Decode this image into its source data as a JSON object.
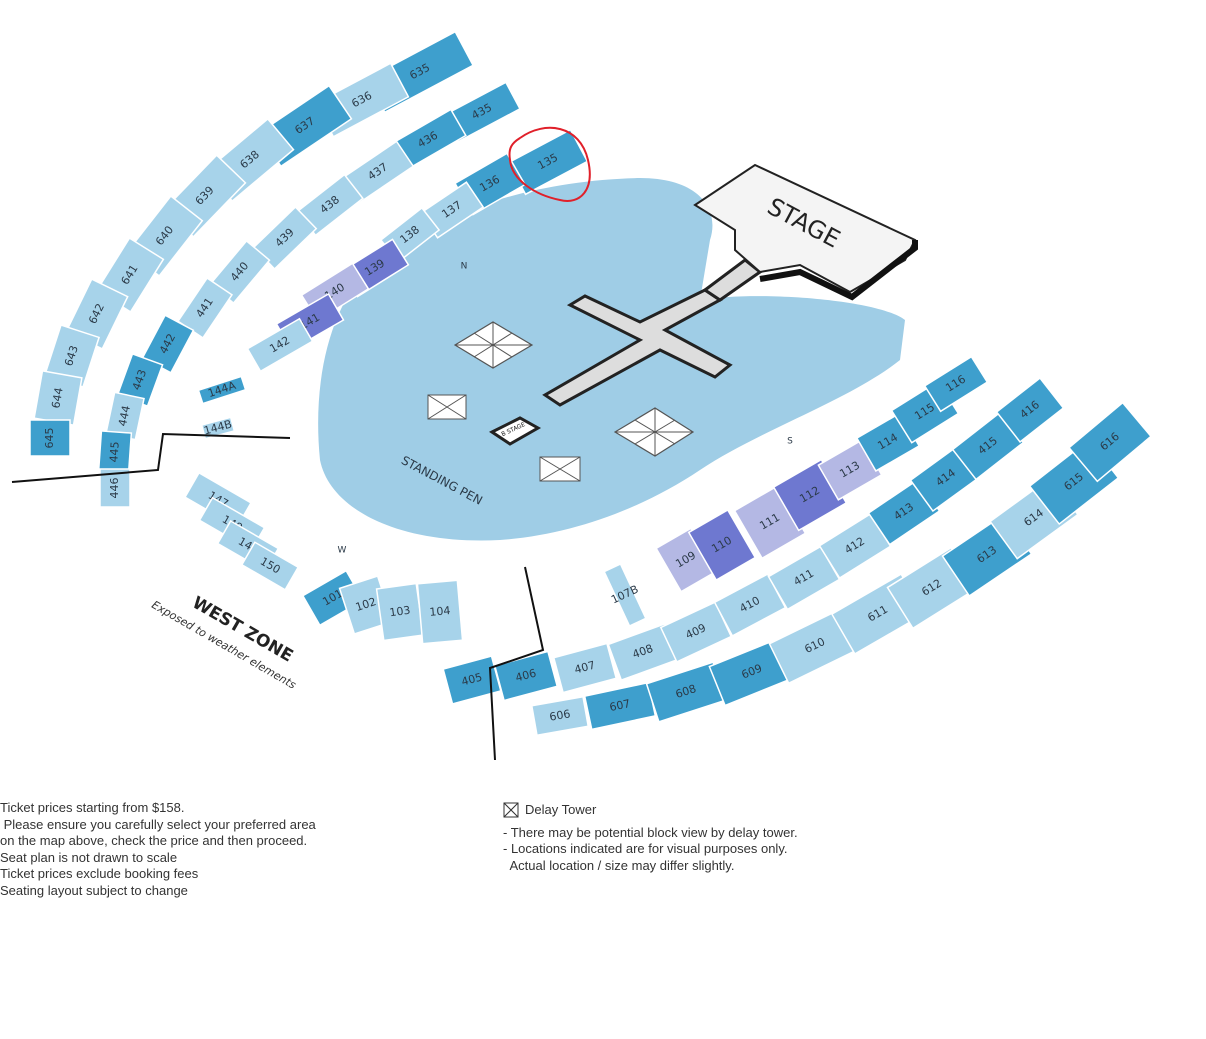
{
  "colors": {
    "light": "#a7d3ea",
    "mid": "#3e9fcd",
    "purple": "#6e78d0",
    "lavender": "#b4b8e4",
    "pen": "#9fcde6",
    "stage": "#f4f4f4",
    "annotation": "#e0202a"
  },
  "labels": {
    "stage": "STAGE",
    "b_stage": "B STAGE",
    "standing_pen": "STANDING PEN",
    "west_zone": "WEST ZONE",
    "west_zone_note": "Exposed to weather elements",
    "gate_n": "N",
    "gate_s": "S",
    "gate_w": "W"
  },
  "sections": [
    {
      "id": "635",
      "tier": "mid"
    },
    {
      "id": "636",
      "tier": "light"
    },
    {
      "id": "637",
      "tier": "mid"
    },
    {
      "id": "638",
      "tier": "light"
    },
    {
      "id": "639",
      "tier": "light"
    },
    {
      "id": "640",
      "tier": "light"
    },
    {
      "id": "641",
      "tier": "light"
    },
    {
      "id": "642",
      "tier": "light"
    },
    {
      "id": "643",
      "tier": "light"
    },
    {
      "id": "644",
      "tier": "light"
    },
    {
      "id": "645",
      "tier": "mid"
    },
    {
      "id": "435",
      "tier": "mid"
    },
    {
      "id": "436",
      "tier": "mid"
    },
    {
      "id": "437",
      "tier": "light"
    },
    {
      "id": "438",
      "tier": "light"
    },
    {
      "id": "439",
      "tier": "light"
    },
    {
      "id": "440",
      "tier": "light"
    },
    {
      "id": "441",
      "tier": "light"
    },
    {
      "id": "442",
      "tier": "mid"
    },
    {
      "id": "443",
      "tier": "mid"
    },
    {
      "id": "444",
      "tier": "light"
    },
    {
      "id": "445",
      "tier": "mid"
    },
    {
      "id": "446",
      "tier": "light"
    },
    {
      "id": "135",
      "tier": "mid"
    },
    {
      "id": "136",
      "tier": "mid"
    },
    {
      "id": "137",
      "tier": "light"
    },
    {
      "id": "138",
      "tier": "light"
    },
    {
      "id": "139",
      "tier": "purple"
    },
    {
      "id": "140",
      "tier": "lavender"
    },
    {
      "id": "141",
      "tier": "purple"
    },
    {
      "id": "142",
      "tier": "light"
    },
    {
      "id": "144A",
      "tier": "mid"
    },
    {
      "id": "144B",
      "tier": "light"
    },
    {
      "id": "147",
      "tier": "light"
    },
    {
      "id": "148",
      "tier": "light"
    },
    {
      "id": "149",
      "tier": "light"
    },
    {
      "id": "150",
      "tier": "light"
    },
    {
      "id": "101",
      "tier": "mid"
    },
    {
      "id": "102",
      "tier": "light"
    },
    {
      "id": "103",
      "tier": "light"
    },
    {
      "id": "104",
      "tier": "light"
    },
    {
      "id": "107B",
      "tier": "light"
    },
    {
      "id": "109",
      "tier": "lavender"
    },
    {
      "id": "110",
      "tier": "purple"
    },
    {
      "id": "111",
      "tier": "lavender"
    },
    {
      "id": "112",
      "tier": "purple"
    },
    {
      "id": "113",
      "tier": "lavender"
    },
    {
      "id": "114",
      "tier": "mid"
    },
    {
      "id": "115",
      "tier": "mid"
    },
    {
      "id": "116",
      "tier": "mid"
    },
    {
      "id": "405",
      "tier": "mid"
    },
    {
      "id": "406",
      "tier": "mid"
    },
    {
      "id": "407",
      "tier": "light"
    },
    {
      "id": "408",
      "tier": "light"
    },
    {
      "id": "409",
      "tier": "light"
    },
    {
      "id": "410",
      "tier": "light"
    },
    {
      "id": "411",
      "tier": "light"
    },
    {
      "id": "412",
      "tier": "light"
    },
    {
      "id": "413",
      "tier": "mid"
    },
    {
      "id": "414",
      "tier": "mid"
    },
    {
      "id": "415",
      "tier": "mid"
    },
    {
      "id": "416",
      "tier": "mid"
    },
    {
      "id": "606",
      "tier": "light"
    },
    {
      "id": "607",
      "tier": "mid"
    },
    {
      "id": "608",
      "tier": "mid"
    },
    {
      "id": "609",
      "tier": "mid"
    },
    {
      "id": "610",
      "tier": "light"
    },
    {
      "id": "611",
      "tier": "light"
    },
    {
      "id": "612",
      "tier": "light"
    },
    {
      "id": "613",
      "tier": "mid"
    },
    {
      "id": "614",
      "tier": "light"
    },
    {
      "id": "615",
      "tier": "mid"
    },
    {
      "id": "616",
      "tier": "mid"
    }
  ],
  "notes_left": [
    "Ticket prices starting from $158.",
    " Please ensure you carefully select your preferred area",
    "on the map above, check the price and then proceed.",
    "Seat plan is not drawn to scale",
    "Ticket prices exclude booking fees",
    "Seating layout subject to change"
  ],
  "legend": {
    "delay_tower": "Delay Tower",
    "notes": [
      "- There may be potential block view by delay tower.",
      "- Locations indicated are for visual purposes only.",
      "  Actual location / size may differ slightly."
    ]
  }
}
